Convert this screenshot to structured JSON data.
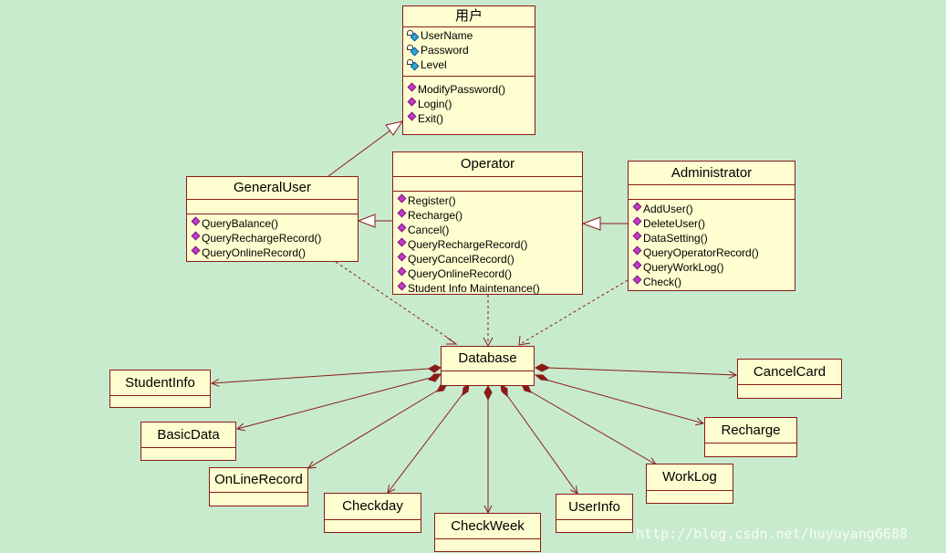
{
  "classes": {
    "user": {
      "name": "用户",
      "attributes": [
        "UserName",
        "Password",
        "Level"
      ],
      "operations": [
        "ModifyPassword()",
        "Login()",
        "Exit()"
      ]
    },
    "general_user": {
      "name": "GeneralUser",
      "operations": [
        "QueryBalance()",
        "QueryRechargeRecord()",
        "QueryOnlineRecord()"
      ]
    },
    "operator": {
      "name": "Operator",
      "operations": [
        "Register()",
        "Recharge()",
        "Cancel()",
        "QueryRechargeRecord()",
        "QueryCancelRecord()",
        "QueryOnlineRecord()",
        "Student Info Maintenance()"
      ]
    },
    "administrator": {
      "name": "Administrator",
      "operations": [
        "AddUser()",
        "DeleteUser()",
        "DataSetting()",
        "QueryOperatorRecord()",
        "QueryWorkLog()",
        "Check()"
      ]
    },
    "database": {
      "name": "Database"
    },
    "student_info": {
      "name": "StudentInfo"
    },
    "basic_data": {
      "name": "BasicData"
    },
    "online_record": {
      "name": "OnLineRecord"
    },
    "checkday": {
      "name": "Checkday"
    },
    "checkweek": {
      "name": "CheckWeek"
    },
    "user_info": {
      "name": "UserInfo"
    },
    "work_log": {
      "name": "WorkLog"
    },
    "recharge": {
      "name": "Recharge"
    },
    "cancel_card": {
      "name": "CancelCard"
    }
  },
  "watermark": "http://blog.csdn.net/huyuyang6688",
  "colors": {
    "background": "#c8ebcd",
    "box_fill": "#fefed0",
    "line": "#8b1a1a",
    "operation_icon": "#c03cc8",
    "attribute_icon": "#2fa8d8"
  }
}
